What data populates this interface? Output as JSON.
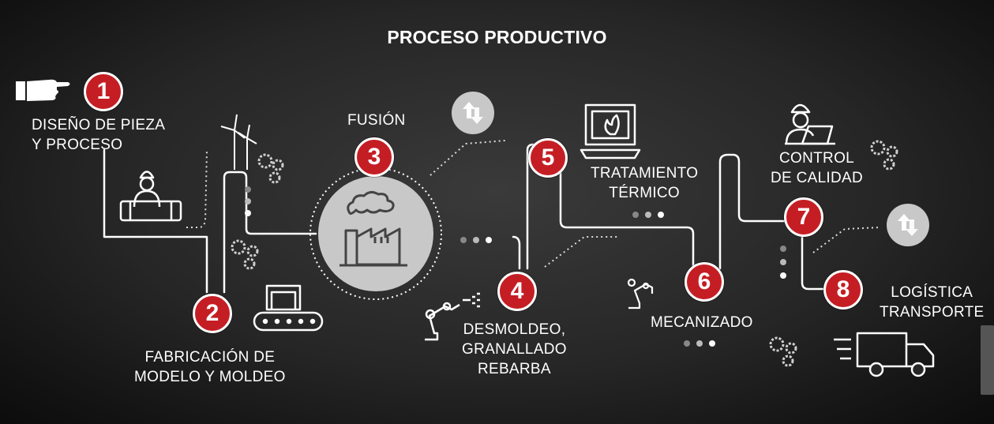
{
  "title": "PROCESO PRODUCTIVO",
  "colors": {
    "accent": "#c41e24",
    "line": "#ffffff",
    "background": "#262626",
    "factory_fill": "#c8c8c8"
  },
  "steps": [
    {
      "number": "1",
      "label": "DISEÑO DE PIEZA\nY PROCESO",
      "icon": "worker-icon"
    },
    {
      "number": "2",
      "label": "FABRICACIÓN DE\nMODELO Y MOLDEO",
      "icon": "conveyor-box-icon"
    },
    {
      "number": "3",
      "label": "FUSIÓN",
      "icon": "factory-icon"
    },
    {
      "number": "4",
      "label": "DESMOLDEO,\nGRANALLADO\nREBARBA",
      "icon": "robot-arm-icon"
    },
    {
      "number": "5",
      "label": "TRATAMIENTO\nTÉRMICO",
      "icon": "furnace-icon"
    },
    {
      "number": "6",
      "label": "MECANIZADO",
      "icon": "robot-arm-icon"
    },
    {
      "number": "7",
      "label": "CONTROL\nDE CALIDAD",
      "icon": "inspector-laptop-icon"
    },
    {
      "number": "8",
      "label": "LOGÍSTICA\nTRANSPORTE",
      "icon": "truck-icon"
    }
  ],
  "icons": [
    "pointing-hand-icon",
    "wind-turbine-icon",
    "gears-icon",
    "exchange-arrows-icon"
  ]
}
